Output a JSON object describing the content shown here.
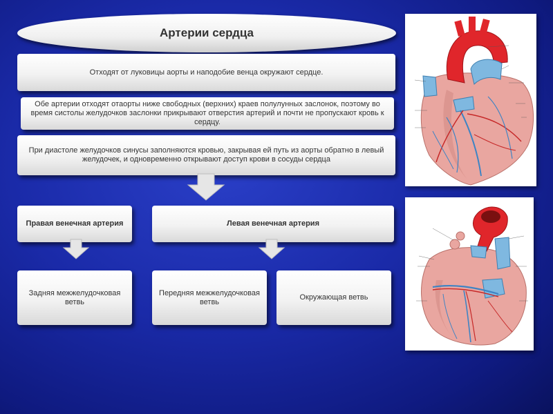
{
  "title": "Артерии сердца",
  "boxes": {
    "intro": "Отходят от луковицы аорты и наподобие венца окружают сердце.",
    "origin": "Обе артерии отходят отаорты ниже свободных (верхних) краев полулунных заслонок, поэтому во время систолы желудочков заслонки прикрывают отверстия артерий и почти не пропускают кровь к сердцу.",
    "diastole": "При диастоле желудочков синусы заполняются кровью, закрывая ей путь из аорты обратно в левый желудочек, и одновременно открывают доступ крови в сосуды сердца"
  },
  "branches": {
    "right": "Правая венечная артерия",
    "left": "Левая венечная артерия",
    "posterior": "Задняя межжелудочковая ветвь",
    "anterior": "Передняя межжелудочковая ветвь",
    "circumflex": "Окружающая ветвь"
  },
  "colors": {
    "background": "#1a2aa8",
    "box": "#f2f2f2",
    "arrow": "#e6e6e6",
    "heart_muscle": "#e9a6a0",
    "aorta": "#e0262b",
    "vessels": "#4aa0d8"
  },
  "images": [
    "heart-anterior-illustration",
    "heart-posterior-illustration"
  ]
}
